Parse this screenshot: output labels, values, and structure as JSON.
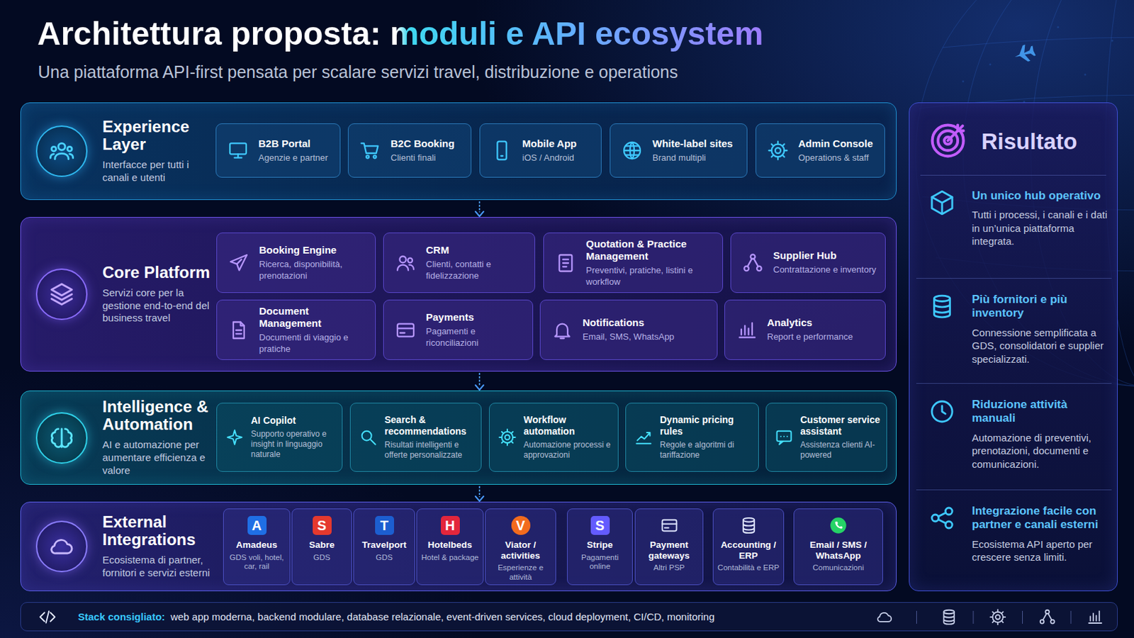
{
  "diagram": {
    "title": "Architettura proposta: moduli e API ecosystem",
    "caption": "Una piattaforma API-first pensata per scalare servizi travel, distribuzione e operations",
    "nodes": [
      {
        "text": [
          "Experience Layer",
          "Interfacce per tutti i canali e utenti"
        ]
      },
      {
        "text": [
          "B2B Portal",
          "Agenzie e partner"
        ],
        "in": 0
      },
      {
        "text": [
          "B2C Booking",
          "Clienti finali"
        ],
        "in": 0
      },
      {
        "text": [
          "Mobile App",
          "iOS / Android"
        ],
        "in": 0
      },
      {
        "text": [
          "White-label sites",
          "Brand multipli"
        ],
        "in": 0
      },
      {
        "text": [
          "Admin Console",
          "Operations & staff"
        ],
        "in": 0
      },
      {
        "text": [
          "Core Platform",
          "Servizi core per la gestione end-to-end del business travel"
        ]
      },
      {
        "text": [
          "Booking Engine",
          "Ricerca, disponibilità, prenotazioni"
        ],
        "in": 6
      },
      {
        "text": [
          "CRM",
          "Clienti, contatti e fidelizzazione"
        ],
        "in": 6
      },
      {
        "text": [
          "Quotation & Practice Management",
          "Preventivi, pratiche, listini e workflow"
        ],
        "in": 6
      },
      {
        "text": [
          "Supplier Hub",
          "Contrattazione e inventory"
        ],
        "in": 6
      },
      {
        "text": [
          "Document Management",
          "Documenti di viaggio e pratiche"
        ],
        "in": 6
      },
      {
        "text": [
          "Payments",
          "Pagamenti e riconciliazioni"
        ],
        "in": 6
      },
      {
        "text": [
          "Notifications",
          "Email, SMS, WhatsApp"
        ],
        "in": 6
      },
      {
        "text": [
          "Analytics",
          "Report e performance"
        ],
        "in": 6
      },
      {
        "text": [
          "Intelligence & Automation",
          "AI e automazione per aumentare efficienza e valore"
        ]
      },
      {
        "text": [
          "AI Copilot",
          "Supporto operativo e insight in linguaggio naturale"
        ],
        "in": 15
      },
      {
        "text": [
          "Search & recommendations",
          "Risultati intelligenti e offerte personalizzate"
        ],
        "in": 15
      },
      {
        "text": [
          "Workflow automation",
          "Automazione processi e approvazioni"
        ],
        "in": 15
      },
      {
        "text": [
          "Dynamic pricing rules",
          "Regole e algoritmi di tariffazione"
        ],
        "in": 15
      },
      {
        "text": [
          "Customer service assistant",
          "Assistenza clienti AI-powered"
        ],
        "in": 15
      },
      {
        "text": [
          "External Integrations",
          "Ecosistema di partner, fornitori e servizi esterni"
        ]
      },
      {
        "text": [
          "A",
          "Amadeus",
          "GDS voli, hotel, car, rail"
        ],
        "in": 21
      },
      {
        "text": [
          "S",
          "Sabre",
          "GDS"
        ],
        "in": 21
      },
      {
        "text": [
          "T",
          "Travelport",
          "GDS"
        ],
        "in": 21
      },
      {
        "text": [
          "H",
          "Hotelbeds",
          "Hotel & package"
        ],
        "in": 21
      },
      {
        "text": [
          "V",
          "Viator / activities",
          "Esperienze e attività"
        ],
        "in": 21
      },
      {
        "text": [
          "S",
          "Stripe",
          "Pagamenti online"
        ],
        "in": 21
      },
      {
        "text": [
          "Payment gateways",
          "Altri PSP"
        ],
        "in": 21
      },
      {
        "text": [
          "Accounting / ERP",
          "Contabilità e ERP"
        ],
        "in": 21
      },
      {
        "text": [
          "Email / SMS / WhatsApp",
          "Comunicazioni"
        ],
        "in": 21
      },
      {
        "text": [
          "Risultato"
        ]
      },
      {
        "text": [
          "Un unico hub operativo",
          "Tutti i processi, i canali e i dati in un’unica piattaforma integrata."
        ],
        "in": 31
      },
      {
        "text": [
          "Più fornitori e più inventory",
          "Connessione semplificata a GDS, consolidatori e supplier specializzati."
        ],
        "in": 31
      },
      {
        "text": [
          "Riduzione attività manuali",
          "Automazione di preventivi, prenotazioni, documenti e comunicazioni."
        ],
        "in": 31
      },
      {
        "text": [
          "Integrazione facile con partner e canali esterni",
          "Ecosistema API aperto per crescere senza limiti."
        ],
        "in": 31
      },
      {
        "text": [
          "Stack consigliato:",
          "web app moderna, backend modulare, database relazionale, event-driven services, cloud deployment, CI/CD, monitoring"
        ]
      }
    ],
    "edges": [
      {
        "from": 0,
        "to": 6,
        "arrow": "to"
      },
      {
        "from": 6,
        "to": 15,
        "arrow": "to"
      },
      {
        "from": 15,
        "to": 21,
        "arrow": "to"
      }
    ]
  }
}
